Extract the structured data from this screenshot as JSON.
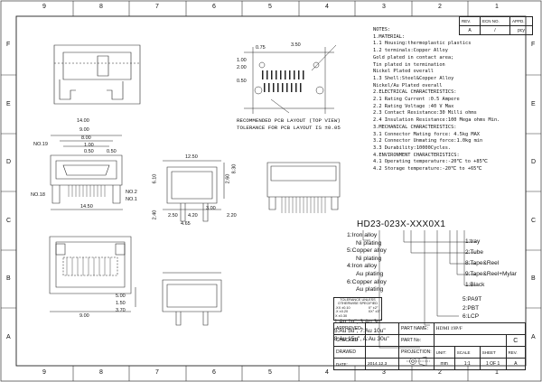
{
  "frame": {
    "top_numbers": [
      "9",
      "8",
      "7",
      "6",
      "5",
      "4",
      "3",
      "2",
      "1"
    ],
    "bottom_numbers": [
      "9",
      "8",
      "7",
      "6",
      "5",
      "4",
      "3",
      "2",
      "1"
    ],
    "left_letters": [
      "F",
      "E",
      "D",
      "C",
      "B",
      "A"
    ],
    "right_letters": [
      "F",
      "E",
      "D",
      "C",
      "B",
      "A"
    ]
  },
  "revision": {
    "headers": [
      "REV.",
      "ECN NO.",
      "APPD."
    ],
    "values": [
      "A",
      "/",
      "pcy"
    ]
  },
  "notes": [
    "NOTES:",
    "1.MATERIAL:",
    "  1.1 Housing:thermoplastic plastics",
    "  1.2 terminals:Copper Alloy",
    "   Gold plated in contact area;",
    "   Tin plated in termination",
    "   Nickel Plated overall",
    "  1.3 Shell:Steel&Copper Alloy",
    "       Nickel/Au Plated overall",
    "2.ELECTRICAL CHARACTERISTICS:",
    "  2.1 Rating Current :0.5 Ampere",
    "  2.2 Rating Voltage :40 V Max",
    "  2.3 Contact Resistance:30 Milli ohms",
    "  2.4 Insulation Resistance:100 Mega ohms Min.",
    "3.MECHANICAL CHARACTERISTICS:",
    "  3.1 Connector Mating force: 4.5kg MAX",
    "  3.2 Connector Unmating force:1.0kg min",
    "  3.3 Durability:10000Cycles.",
    "4.ENVIRONMENT CHARACTERISTICS:",
    "  4.1 Operating temperature:-20℃ to +85℃",
    "  4.2 Storage temperature:-20℃ to +65℃"
  ],
  "pcb_layout": {
    "line1": "RECOMMENDED PCB LAYOUT (TOP VIEW)",
    "line2": "TOLERANCE FOR PCB LAYOUT IS ±0.05"
  },
  "part_code": {
    "code": "HD23-023X-XXX0X1",
    "left_options": [
      "1:Iron alloy",
      "Ni plating",
      "5:Copper alloy",
      "Ni plating",
      "4:Iron alloy",
      "Au plating",
      "6:Copper alloy",
      "Au plating"
    ],
    "right_options": [
      "1:tray",
      "2:Tube",
      "8:Tape&Reel",
      "9:Tape&Reel+Mylar",
      "1:Black"
    ],
    "material_options": [
      "5:PA9T",
      "2:PBT",
      "6:LCP"
    ],
    "plating_options": [
      "1:Au 1u\", 3:Au 3u\"",
      "5:Au 5u\", 7:Au 10u\"",
      "8:Au 15u\", A:Au 30u\""
    ]
  },
  "dimensions": {
    "front": [
      "14.00",
      "9.00",
      "8.00",
      "1.00",
      "0.50",
      "0.50",
      "14.50",
      "NO.19",
      "NO.18",
      "NO.2",
      "NO.1"
    ],
    "side": [
      "12.50",
      "6.10",
      "2.60",
      "2.40",
      "4.20",
      "4.65",
      "2.50",
      "2.20",
      "8.30",
      "3.00"
    ],
    "top": [
      "3.50",
      "0.75",
      "1.00",
      "2.00",
      "0.50"
    ],
    "bottom": [
      "5.00",
      "1.50",
      "9.00",
      "3.70"
    ]
  },
  "title_block": {
    "tolerance_title": [
      "TOLERANCE UNLESS",
      "OTHERWISE SPECIFIED"
    ],
    "tolerance_values": [
      ".XX  ±0.10",
      ".X   ±0.20",
      "X    ±0.30",
      "X°  ±2°",
      "XX° ±3°"
    ],
    "approved_label": "APPROVED",
    "checked_label": "CHECKED",
    "drawed_label": "DRAWED",
    "part_name_label": "PART NAME:",
    "part_name_value": "HDMI 19P/F",
    "part_no_label": "PART No:",
    "date_label": "DATE:",
    "date_value": "2014.12.3",
    "projection_label": "PROJECTION:",
    "unit_label": "UNIT:",
    "unit_value": "mm",
    "scale_label": "SCALE",
    "scale_value": "1:1",
    "sheet_label": "SHEET",
    "sheet_value": "1 OF 1",
    "rev_label": "REV.",
    "rev_value": "A",
    "size_letter": "C"
  }
}
